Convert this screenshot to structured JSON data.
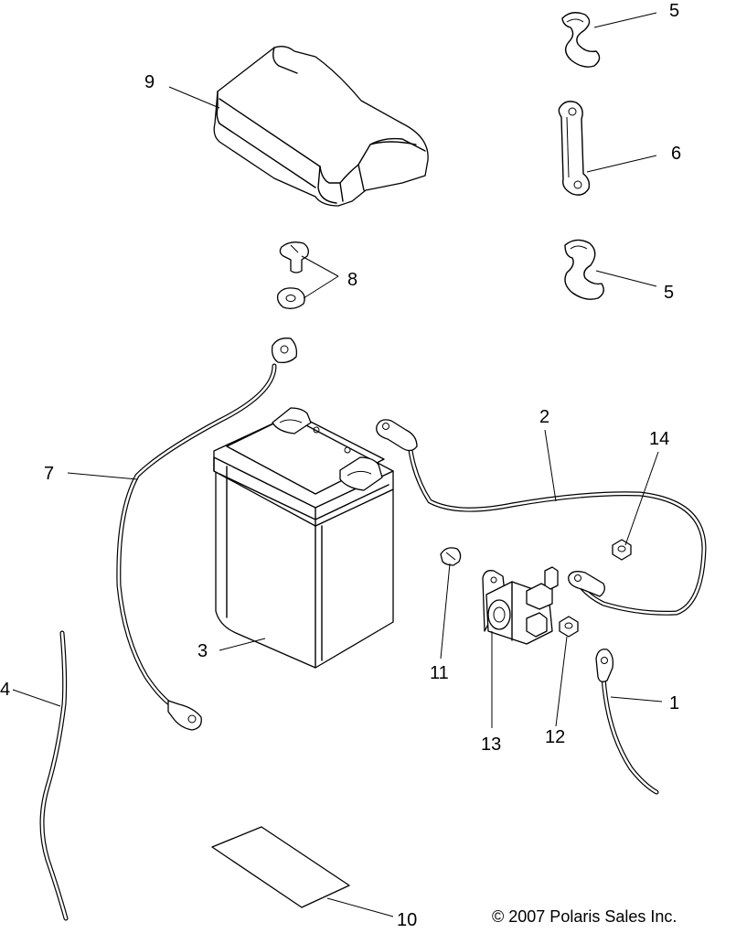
{
  "diagram": {
    "callouts": [
      {
        "id": "1",
        "text": "1"
      },
      {
        "id": "2",
        "text": "2"
      },
      {
        "id": "3",
        "text": "3"
      },
      {
        "id": "4",
        "text": "4"
      },
      {
        "id": "5a",
        "text": "5"
      },
      {
        "id": "5b",
        "text": "5"
      },
      {
        "id": "6",
        "text": "6"
      },
      {
        "id": "7",
        "text": "7"
      },
      {
        "id": "8",
        "text": "8"
      },
      {
        "id": "9",
        "text": "9"
      },
      {
        "id": "10",
        "text": "10"
      },
      {
        "id": "11",
        "text": "11"
      },
      {
        "id": "12",
        "text": "12"
      },
      {
        "id": "13",
        "text": "13"
      },
      {
        "id": "14",
        "text": "14"
      }
    ],
    "copyright": "© 2007 Polaris Sales Inc."
  }
}
